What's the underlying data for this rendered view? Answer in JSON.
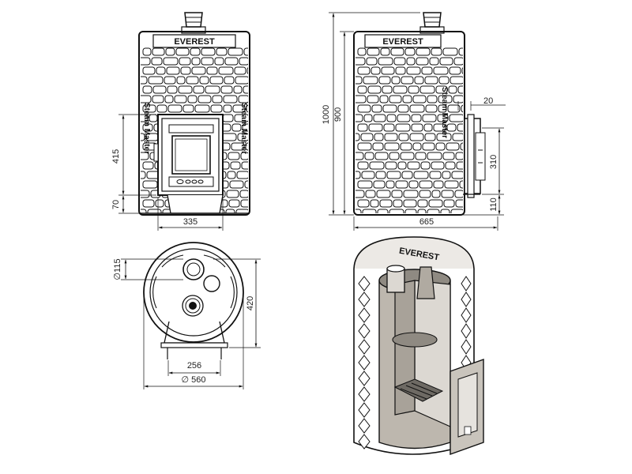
{
  "brand": {
    "name": "EVEREST",
    "model": "Steam Master"
  },
  "dimensions": {
    "front_width": "335",
    "front_door_height": "415",
    "front_base_height": "70",
    "side_total_height": "1000",
    "side_body_height": "900",
    "side_tank_offset": "20",
    "side_tank_height": "310",
    "side_tank_base": "110",
    "side_depth": "665",
    "top_flue_diameter": "115",
    "top_depth": "420",
    "top_feet_width": "256",
    "top_diameter": "560",
    "diameter_symbol": "∅"
  },
  "colors": {
    "line": "#111111",
    "steel": "#bdb7ae",
    "steel_dark": "#8f8a82",
    "steel_light": "#dcd8d2"
  }
}
